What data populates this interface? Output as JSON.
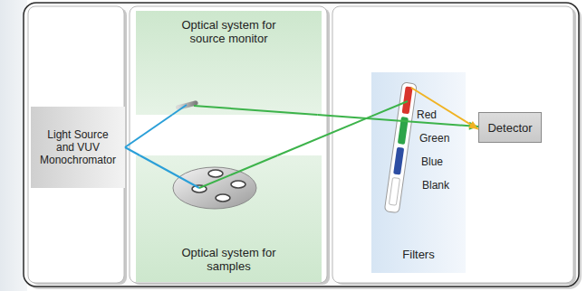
{
  "diagram": {
    "nodes": [
      {
        "text": [
          "Light Source and VUV Monochromator"
        ]
      },
      {
        "text": [
          "Optical system for source monitor"
        ]
      },
      {
        "text": [
          "Optical system for samples"
        ]
      },
      {
        "text": [
          "Detector"
        ]
      },
      {
        "text": [
          "Red",
          "Green",
          "Blue",
          "Blank",
          "Filters"
        ]
      }
    ],
    "edges": [
      {
        "from": 0,
        "to": 1,
        "arrow": "none"
      },
      {
        "from": 0,
        "to": 2,
        "arrow": "none"
      },
      {
        "from": 1,
        "to": 3,
        "arrow": "to"
      },
      {
        "from": 2,
        "to": 4,
        "arrow": "none"
      },
      {
        "from": 4,
        "to": 3,
        "arrow": "to"
      }
    ]
  }
}
